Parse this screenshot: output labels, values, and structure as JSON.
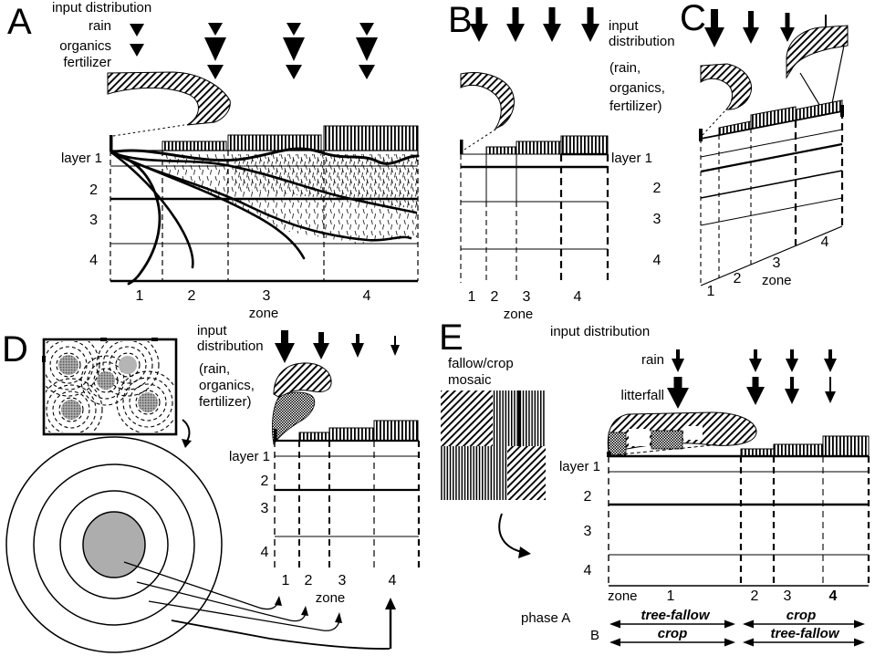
{
  "figure": {
    "background": "#ffffff",
    "ink": "#000000",
    "gray_fill": "#adadad"
  },
  "panel_a": {
    "letter": "A",
    "title": "input distribution",
    "input_rain": "rain",
    "input_organics": "organics",
    "input_fertilizer": "fertilizer",
    "layer_label": "layer 1",
    "layer_2": "2",
    "layer_3": "3",
    "layer_4": "4",
    "zone_1": "1",
    "zone_2": "2",
    "zone_3": "3",
    "zone_4": "4",
    "zone_label": "zone"
  },
  "panel_b": {
    "letter": "B",
    "title": "input distribution",
    "paren_1": "(rain,",
    "paren_2": "organics,",
    "paren_3": "fertilizer)",
    "layer_label": "layer 1",
    "layer_2": "2",
    "layer_3": "3",
    "layer_4": "4",
    "zone_1": "1",
    "zone_2": "2",
    "zone_3": "3",
    "zone_4": "4",
    "zone_label": "zone"
  },
  "panel_c": {
    "letter": "C",
    "zone_1": "1",
    "zone_2": "2",
    "zone_3": "3",
    "zone_4": "4",
    "zone_label": "zone"
  },
  "panel_d": {
    "letter": "D",
    "title": "input distribution",
    "paren_1": "(rain,",
    "paren_2": "organics,",
    "paren_3": "fertilizer)",
    "layer_label": "layer 1",
    "layer_2": "2",
    "layer_3": "3",
    "layer_4": "4",
    "zone_1": "1",
    "zone_2": "2",
    "zone_3": "3",
    "zone_4": "4",
    "zone_label": "zone"
  },
  "panel_e": {
    "letter": "E",
    "mosaic_line_1": "fallow/crop",
    "mosaic_line_2": "mosaic",
    "title": "input distribution",
    "rain_label": "rain",
    "litterfall_label": "litterfall",
    "layer_label": "layer 1",
    "layer_2": "2",
    "layer_3": "3",
    "layer_4": "4",
    "zone_label": "zone",
    "zone_1": "1",
    "zone_2": "2",
    "zone_3": "3",
    "zone_4": "4",
    "phase_a_label": "phase A",
    "phase_b_label": "B",
    "phase_a_zone1": "tree-fallow",
    "phase_a_zone234": "crop",
    "phase_b_zone1": "crop",
    "phase_b_zone234": "tree-fallow"
  }
}
